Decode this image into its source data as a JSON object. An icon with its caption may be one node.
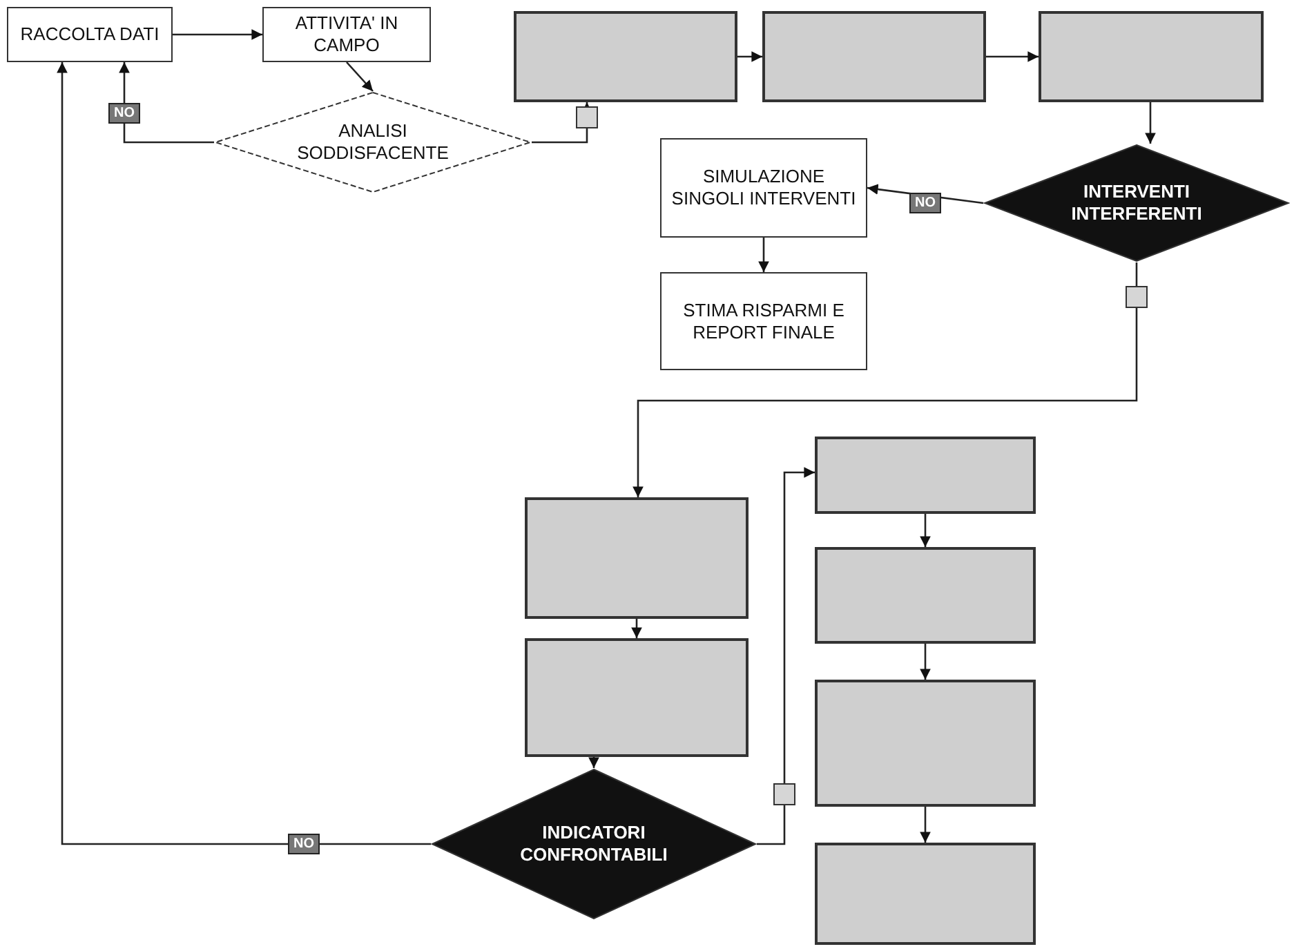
{
  "diagram": {
    "nodes": [
      {
        "text": [
          "RACCOLTA DATI"
        ]
      },
      {
        "text": [
          "ATTIVITA' IN CAMPO"
        ]
      },
      {
        "text": [
          "ANALISI SODDISFACENTE"
        ]
      },
      {
        "text": [],
        "shape": "box"
      },
      {
        "text": [],
        "shape": "box"
      },
      {
        "text": [],
        "shape": "box"
      },
      {
        "text": [
          "INTERVENTI INTERFERENTI"
        ]
      },
      {
        "text": [
          "SIMULAZIONE SINGOLI INTERVENTI"
        ]
      },
      {
        "text": [
          "STIMA RISPARMI E REPORT FINALE"
        ]
      },
      {
        "text": [],
        "shape": "box"
      },
      {
        "text": [],
        "shape": "box"
      },
      {
        "text": [
          "INDICATORI CONFRONTABILI"
        ]
      },
      {
        "text": [],
        "shape": "box"
      },
      {
        "text": [],
        "shape": "box"
      },
      {
        "text": [],
        "shape": "box"
      },
      {
        "text": [],
        "shape": "box"
      }
    ],
    "edges": [
      {
        "from": 0,
        "to": 1,
        "arrow": "to"
      },
      {
        "from": 1,
        "to": 2,
        "arrow": "to"
      },
      {
        "from": 2,
        "to": 0,
        "arrow": "to",
        "label": "NO"
      },
      {
        "from": 2,
        "to": 3,
        "arrow": "to"
      },
      {
        "from": 3,
        "to": 4,
        "arrow": "to"
      },
      {
        "from": 4,
        "to": 5,
        "arrow": "to"
      },
      {
        "from": 5,
        "to": 6,
        "arrow": "to"
      },
      {
        "from": 6,
        "to": 7,
        "arrow": "to",
        "label": "NO"
      },
      {
        "from": 7,
        "to": 8,
        "arrow": "to"
      },
      {
        "from": 6,
        "to": 9,
        "arrow": "to"
      },
      {
        "from": 9,
        "to": 10,
        "arrow": "to"
      },
      {
        "from": 10,
        "to": 11,
        "arrow": "to"
      },
      {
        "from": 11,
        "to": 0,
        "arrow": "to",
        "label": "NO"
      },
      {
        "from": 11,
        "to": 12,
        "arrow": "to"
      },
      {
        "from": 12,
        "to": 13,
        "arrow": "to"
      },
      {
        "from": 13,
        "to": 14,
        "arrow": "to"
      },
      {
        "from": 14,
        "to": 15,
        "arrow": "to"
      }
    ]
  }
}
